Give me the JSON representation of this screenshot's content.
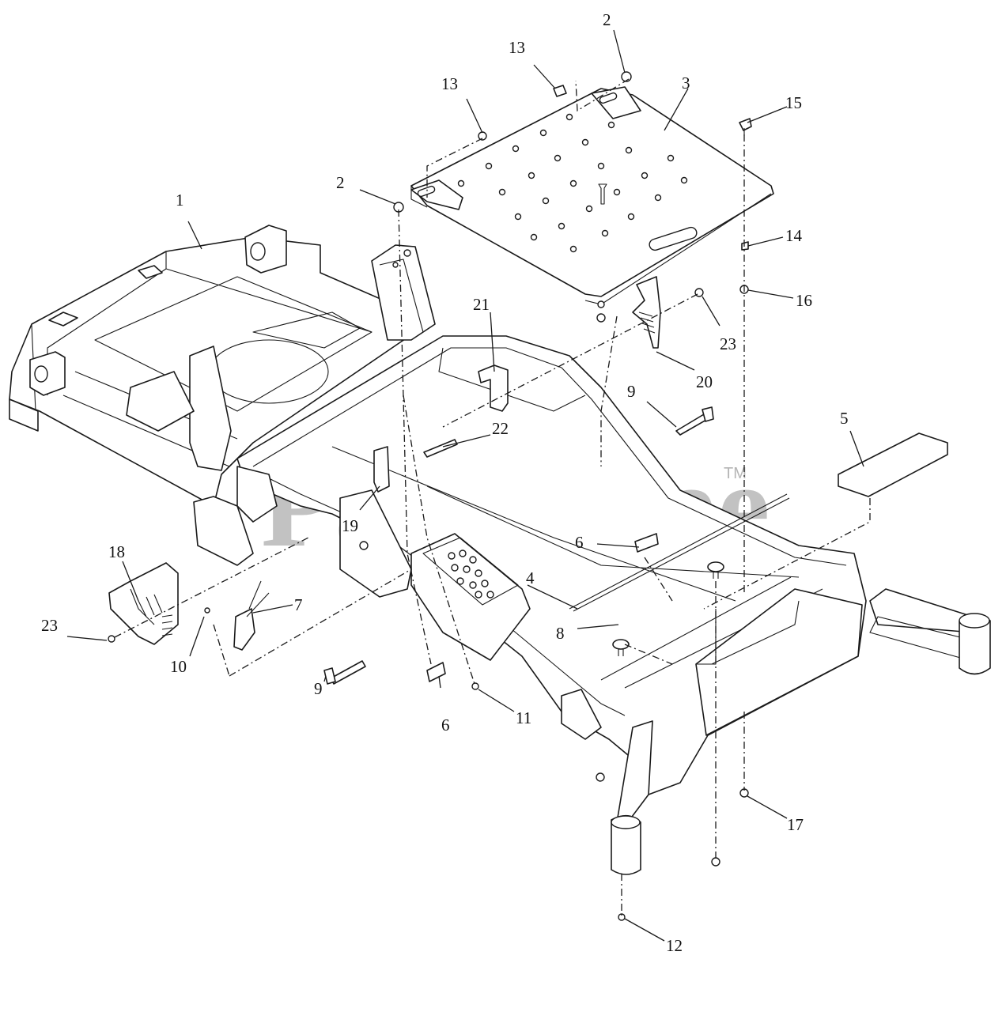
{
  "watermark": {
    "text": "PartsTree",
    "trademark": "TM"
  },
  "callouts": [
    "1",
    "2",
    "2",
    "3",
    "4",
    "5",
    "6",
    "6",
    "7",
    "8",
    "9",
    "9",
    "10",
    "11",
    "12",
    "13",
    "13",
    "14",
    "15",
    "16",
    "17",
    "18",
    "19",
    "20",
    "21",
    "22",
    "23",
    "23"
  ]
}
